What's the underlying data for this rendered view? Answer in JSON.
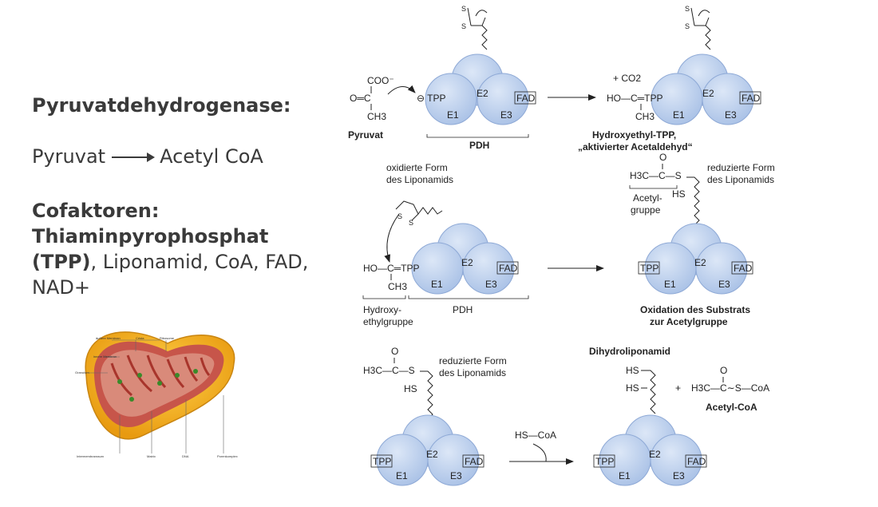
{
  "title": "Pyruvatdehydrogenase:",
  "reaction": {
    "from": "Pyruvat",
    "to": "Acetyl CoA"
  },
  "cofactors": {
    "heading": "Cofaktoren:",
    "bold": "Thiaminpyrophosphat (TPP)",
    "rest": ", Liponamid, CoA, FAD, NAD+"
  },
  "mito": {
    "labels": [
      "äußere Membran",
      "Crista",
      "Ribosome",
      "innere Membran",
      "Granulum",
      "Intermembranraum",
      "Matrix",
      "DNA",
      "Porenkomplex"
    ],
    "colors": {
      "outer": "#f2b21e",
      "inner": "#c7554a",
      "matrix": "#d98a7a"
    }
  },
  "enzyme": {
    "e1": "E1",
    "e2": "E2",
    "e3": "E3",
    "tpp": "TPP",
    "fad": "FAD",
    "color": "#b3c8ea"
  },
  "step1": {
    "pyruvate": "Pyruvat",
    "coo": "COO⁻",
    "oc": "O═C",
    "ch3": "CH3",
    "tpp_minus": "⊖ TPP",
    "pdh": "PDH",
    "co2": "+ CO2",
    "hoc": "HO—C═TPP",
    "ch3b": "CH3",
    "product1": "Hydroxyethyl-TPP,",
    "product2": "„aktivierter Acetaldehyd“"
  },
  "step2": {
    "ox1": "oxidierte Form",
    "ox2": "des Liponamids",
    "hoc": "HO—C═TPP",
    "ch3": "CH3",
    "group1": "Hydroxy-",
    "group2": "ethylgruppe",
    "pdh": "PDH",
    "red1": "reduzierte Form",
    "red2": "des Liponamids",
    "acetyl1": "Acetyl-",
    "acetyl2": "gruppe",
    "h3c": "H3C—C—S",
    "hs": "HS",
    "o": "O",
    "result1": "Oxidation des Substrats",
    "result2": "zur Acetylgruppe"
  },
  "step3": {
    "h3c": "H3C—C—S",
    "o": "O",
    "hs": "HS",
    "red1": "reduzierte Form",
    "red2": "des Liponamids",
    "hscoa": "HS—CoA",
    "dihydro": "Dihydroliponamid",
    "hs1": "HS",
    "hs2": "HS",
    "plus": "+",
    "acetylcoa_formula": "H3C—C∼S—CoA",
    "o2": "O",
    "acetylcoa": "Acetyl-CoA"
  }
}
